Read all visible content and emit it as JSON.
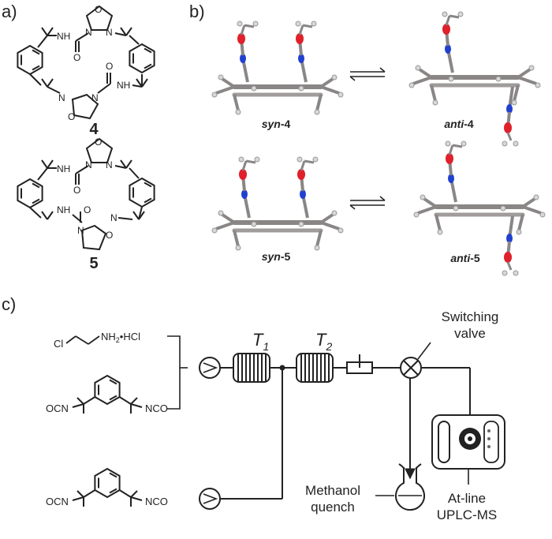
{
  "panels": {
    "a": {
      "label": "a)",
      "compounds": [
        {
          "number": "4"
        },
        {
          "number": "5"
        }
      ]
    },
    "b": {
      "label": "b)",
      "structures": {
        "syn4": {
          "prefix": "syn",
          "suffix": "-4"
        },
        "anti4": {
          "prefix": "anti",
          "suffix": "-4"
        },
        "syn5": {
          "prefix": "syn",
          "suffix": "-5"
        },
        "anti5": {
          "prefix": "anti",
          "suffix": "-5"
        }
      }
    },
    "c": {
      "label": "c)",
      "reagents": {
        "amine": {
          "cl": "Cl",
          "nh2": "NH",
          "nh2_sub": "2",
          "salt": "•HCl"
        },
        "diisocyanate_left": "OCN",
        "diisocyanate_right": "NCO"
      },
      "reactors": {
        "t1": {
          "letter": "T",
          "sub": "1"
        },
        "t2": {
          "letter": "T",
          "sub": "2"
        }
      },
      "valve": [
        "Switching",
        "valve"
      ],
      "quench": [
        "Methanol",
        "quench"
      ],
      "analysis": [
        "At-line",
        "UPLC-MS"
      ]
    }
  },
  "colors": {
    "line": "#222222",
    "oxygen": "#e0202a",
    "nitrogen": "#2040d0",
    "carbon": "#8a8686",
    "hydrogen": "#d8d8d8"
  }
}
